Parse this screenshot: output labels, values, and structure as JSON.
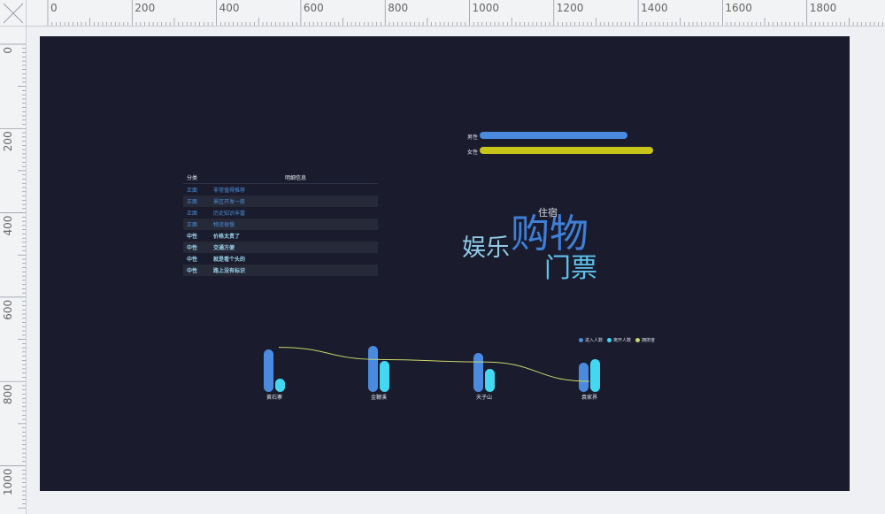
{
  "ruler": {
    "h_labels": [
      "0",
      "200",
      "400",
      "600",
      "800",
      "1000",
      "1200",
      "1400",
      "1600",
      "1800"
    ],
    "v_labels": [
      "0",
      "200",
      "400",
      "600",
      "800",
      "1000"
    ]
  },
  "gender_bars": {
    "items": [
      {
        "label": "男性",
        "fraction": 0.85,
        "color": "#4a8be0"
      },
      {
        "label": "女性",
        "fraction": 1.0,
        "color": "#c7c41a"
      }
    ]
  },
  "table": {
    "headers": [
      "分类",
      "明细信息"
    ],
    "rows": [
      {
        "category": "正面",
        "detail": "非常值得推荐",
        "kind": "neg"
      },
      {
        "category": "正面",
        "detail": "景区开发一般",
        "kind": "neg"
      },
      {
        "category": "正面",
        "detail": "历史知识丰富",
        "kind": "neg"
      },
      {
        "category": "正面",
        "detail": "物流很慢",
        "kind": "neg"
      },
      {
        "category": "中性",
        "detail": "价格太贵了",
        "kind": "neu"
      },
      {
        "category": "中性",
        "detail": "交通方便",
        "kind": "neu"
      },
      {
        "category": "中性",
        "detail": "就是看个头的",
        "kind": "neu"
      },
      {
        "category": "中性",
        "detail": "路上没有标识",
        "kind": "neu"
      }
    ]
  },
  "word_cloud": {
    "words": [
      {
        "text": "住宿",
        "color": "#d9dde6"
      },
      {
        "text": "娱乐",
        "color": "#8ec9e6"
      },
      {
        "text": "购物",
        "color": "#3f7fd6"
      },
      {
        "text": "门票",
        "color": "#5fc1ec"
      }
    ]
  },
  "chart_data": {
    "type": "bar",
    "categories": [
      "黄石寨",
      "金鞭溪",
      "天子山",
      "袁家界"
    ],
    "series": [
      {
        "name": "进入人数",
        "values": [
          48,
          52,
          44,
          33
        ],
        "color": "#4a8be0"
      },
      {
        "name": "离开人数",
        "values": [
          15,
          35,
          26,
          37
        ],
        "color": "#42d8f2"
      },
      {
        "name": "拥挤度",
        "values": [
          55,
          40,
          37,
          13
        ],
        "color": "#c9d66b",
        "line": true
      }
    ],
    "ylim": [
      0,
      60
    ],
    "legend": "top-right"
  }
}
